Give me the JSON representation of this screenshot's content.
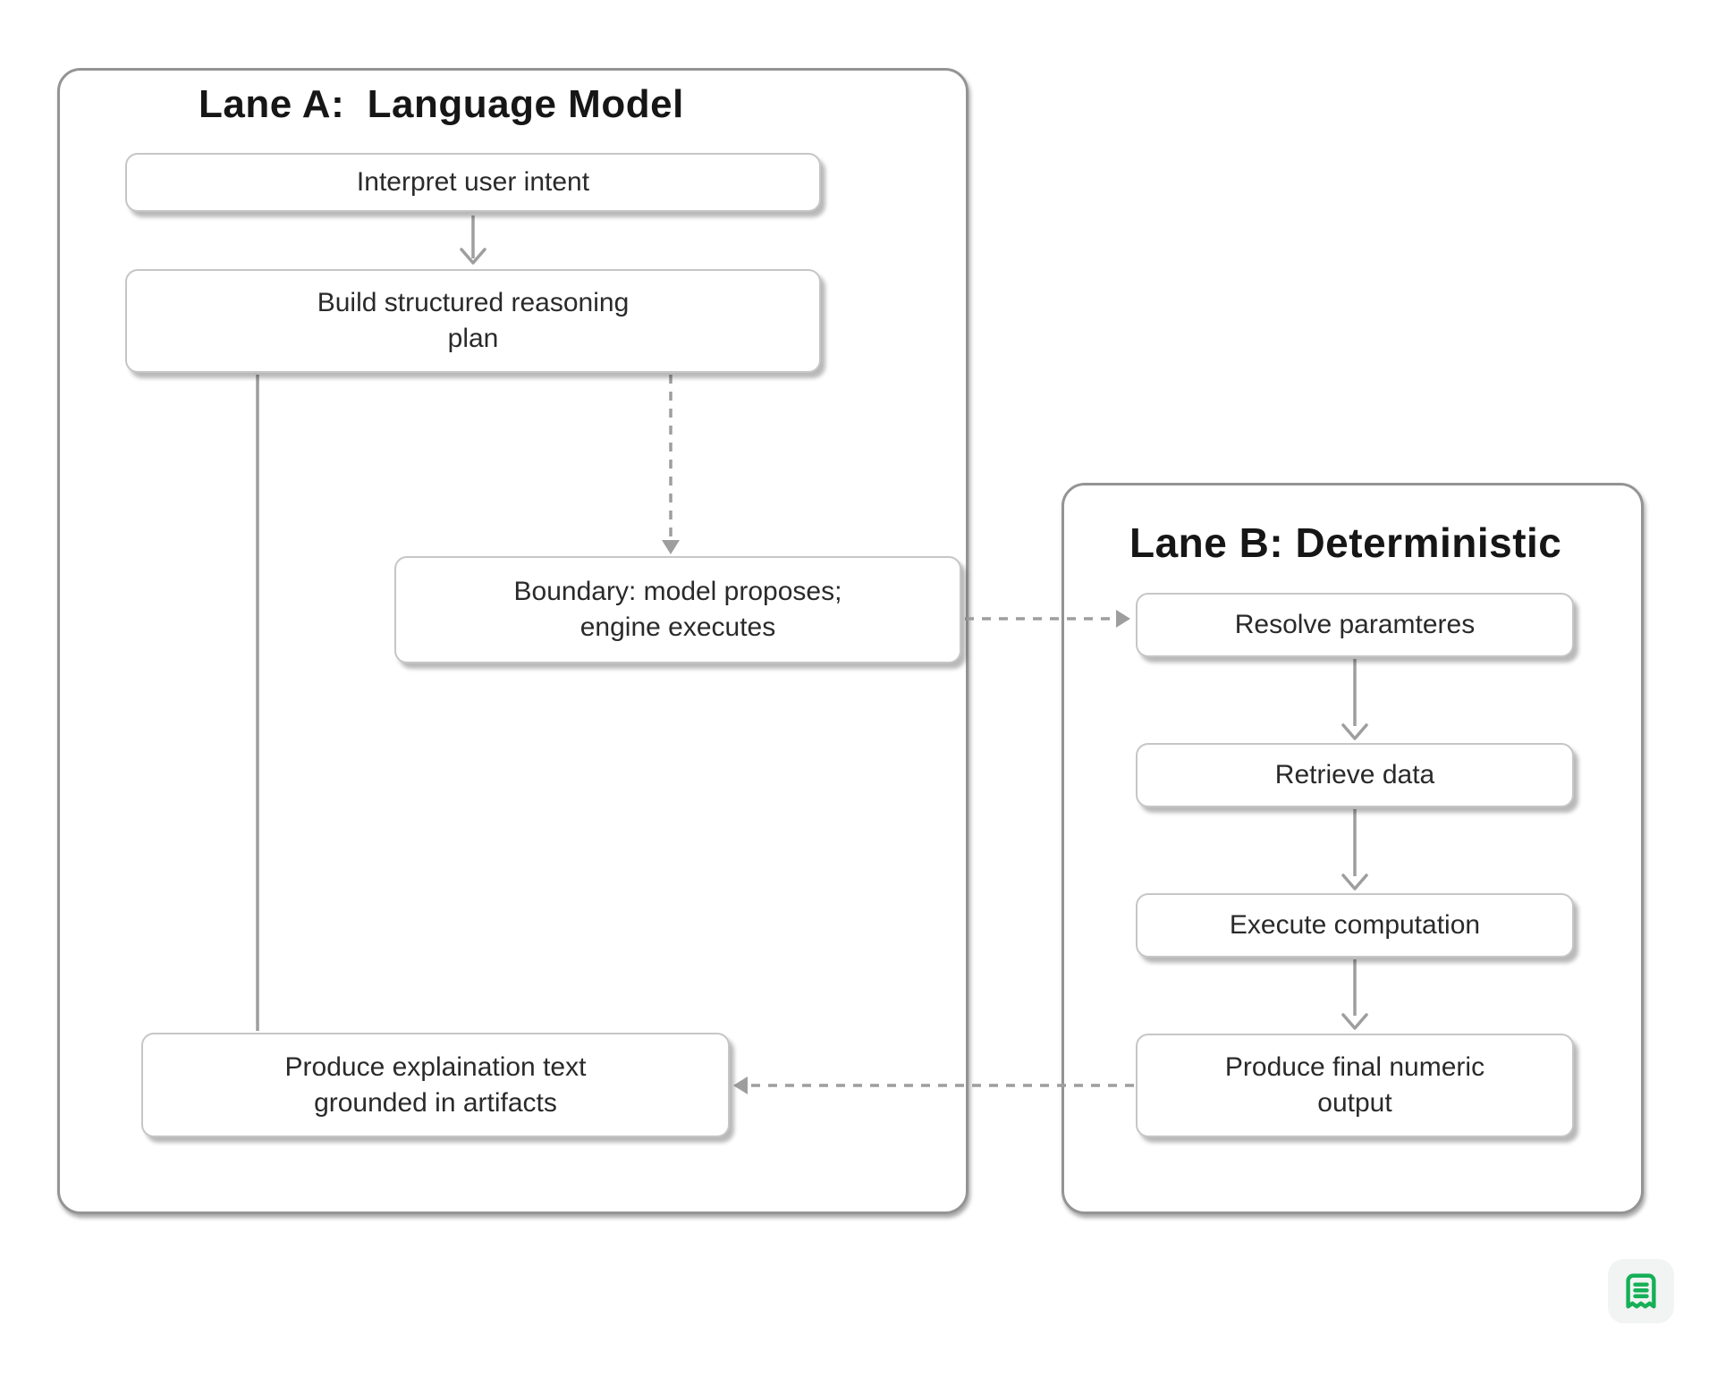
{
  "diagram": {
    "lane_a": {
      "title": "Lane A:  Language Model",
      "nodes": {
        "interpret": {
          "label": "Interpret user intent"
        },
        "build": {
          "label": "Build structured reasoning\nplan"
        },
        "boundary": {
          "label": "Boundary: model proposes;\nengine executes"
        },
        "explain": {
          "label": "Produce explaination text\ngrounded in artifacts"
        }
      }
    },
    "lane_b": {
      "title": "Lane B: Deterministic",
      "nodes": {
        "resolve": {
          "label": "Resolve paramteres"
        },
        "retrieve": {
          "label": "Retrieve data"
        },
        "execute": {
          "label": "Execute computation"
        },
        "final_output": {
          "label": "Produce final numeric\noutput"
        }
      }
    },
    "connectors": [
      {
        "from": "interpret",
        "to": "build",
        "style": "solid"
      },
      {
        "from": "build",
        "to": "boundary",
        "style": "dashed"
      },
      {
        "from": "boundary",
        "to": "resolve",
        "style": "dashed"
      },
      {
        "from": "resolve",
        "to": "retrieve",
        "style": "solid"
      },
      {
        "from": "retrieve",
        "to": "execute",
        "style": "solid"
      },
      {
        "from": "execute",
        "to": "final_output",
        "style": "solid"
      },
      {
        "from": "final_output",
        "to": "explain",
        "style": "dashed"
      },
      {
        "from": "build",
        "to": "explain",
        "style": "solid-no-head"
      }
    ],
    "corner_icon": "receipt-icon",
    "colors": {
      "accent_green": "#15b057",
      "icon_tile_bg": "#f2f3f3",
      "line_gray": "#9e9e9e",
      "lane_border": "#949494",
      "node_border": "#c6c6c6",
      "text": "#262626"
    }
  }
}
